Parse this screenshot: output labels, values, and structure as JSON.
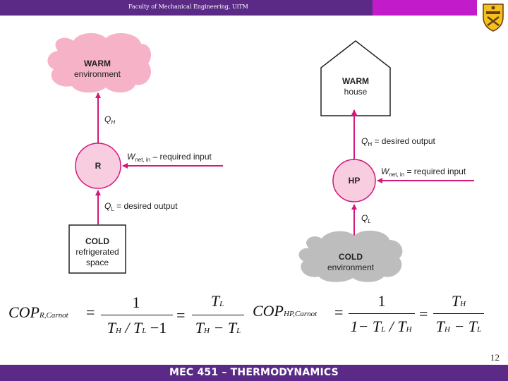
{
  "header": {
    "title": "Faculty of Mechanical Engineering, UiTM"
  },
  "footer": {
    "course": "MEC 451 – THERMODYNAMICS",
    "page": "12"
  },
  "refrigerator": {
    "warm_line1": "WARM",
    "warm_line2": "environment",
    "device": "R",
    "cold_line1": "COLD",
    "cold_line2": "refrigerated",
    "cold_line3": "space",
    "qh": "Q",
    "qh_sub": "H",
    "win": "W",
    "win_sub": "net, in",
    "win_text": " – required input",
    "ql": "Q",
    "ql_sub": "L",
    "ql_text": " = desired output"
  },
  "heat_pump": {
    "warm_line1": "WARM",
    "warm_line2": "house",
    "device": "HP",
    "cold_line1": "COLD",
    "cold_line2": "environment",
    "qh": "Q",
    "qh_sub": "H",
    "qh_text": " = desired output",
    "win": "W",
    "win_sub": "net, in",
    "win_text": " = required input",
    "ql": "Q",
    "ql_sub": "L"
  },
  "formula_r": {
    "cop": "COP",
    "cop_sub": "R,Carnot",
    "eq": "=",
    "num1": "1",
    "den1_a": "T",
    "den1_a_sub": "H",
    "den1_b": " / T",
    "den1_b_sub": "L",
    "den1_c": " −1",
    "eq2": "=",
    "num2": "T",
    "num2_sub": "L",
    "den2_a": "T",
    "den2_a_sub": "H",
    "den2_b": " − T",
    "den2_b_sub": "L"
  },
  "formula_hp": {
    "cop": "COP",
    "cop_sub": "HP,Carnot",
    "eq": "=",
    "num1": "1",
    "den1_a": "1− T",
    "den1_a_sub": "L",
    "den1_b": " / T",
    "den1_b_sub": "H",
    "eq2": "=",
    "num2": "T",
    "num2_sub": "H",
    "den2_a": "T",
    "den2_a_sub": "H",
    "den2_b": " − T",
    "den2_b_sub": "L"
  },
  "colors": {
    "header_bar": "#5b2a86",
    "header_accent": "#c21bc9",
    "arrow": "#d4177a",
    "warm_cloud": "#f6b3c8",
    "device_fill": "#f8cde0",
    "cold_cloud": "#bdbdbd"
  }
}
